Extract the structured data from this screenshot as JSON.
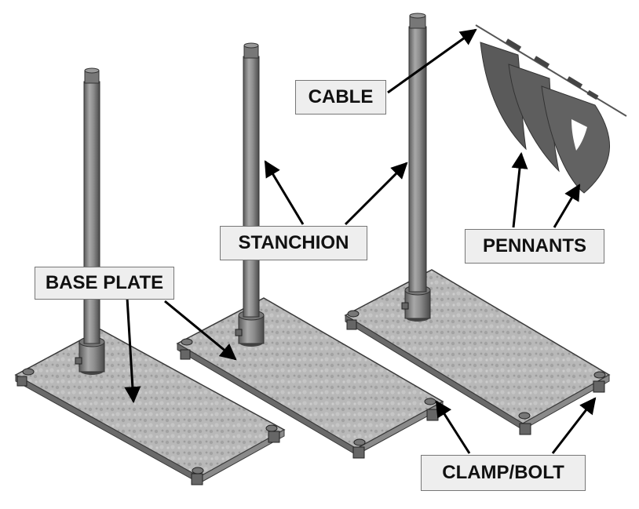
{
  "labels": {
    "cable": "CABLE",
    "stanchion": "STANCHION",
    "base_plate": "BASE PLATE",
    "pennants": "PENNANTS",
    "clamp_bolt": "CLAMP/BOLT"
  },
  "colors": {
    "plate_fill": "#b4b4b4",
    "plate_edge": "#3a3a3a",
    "pole_fill": "#8a8a8a",
    "pennant_fill": "#5a5a5a",
    "label_bg": "#eeeeee",
    "label_border": "#777777",
    "arrow": "#000000"
  }
}
